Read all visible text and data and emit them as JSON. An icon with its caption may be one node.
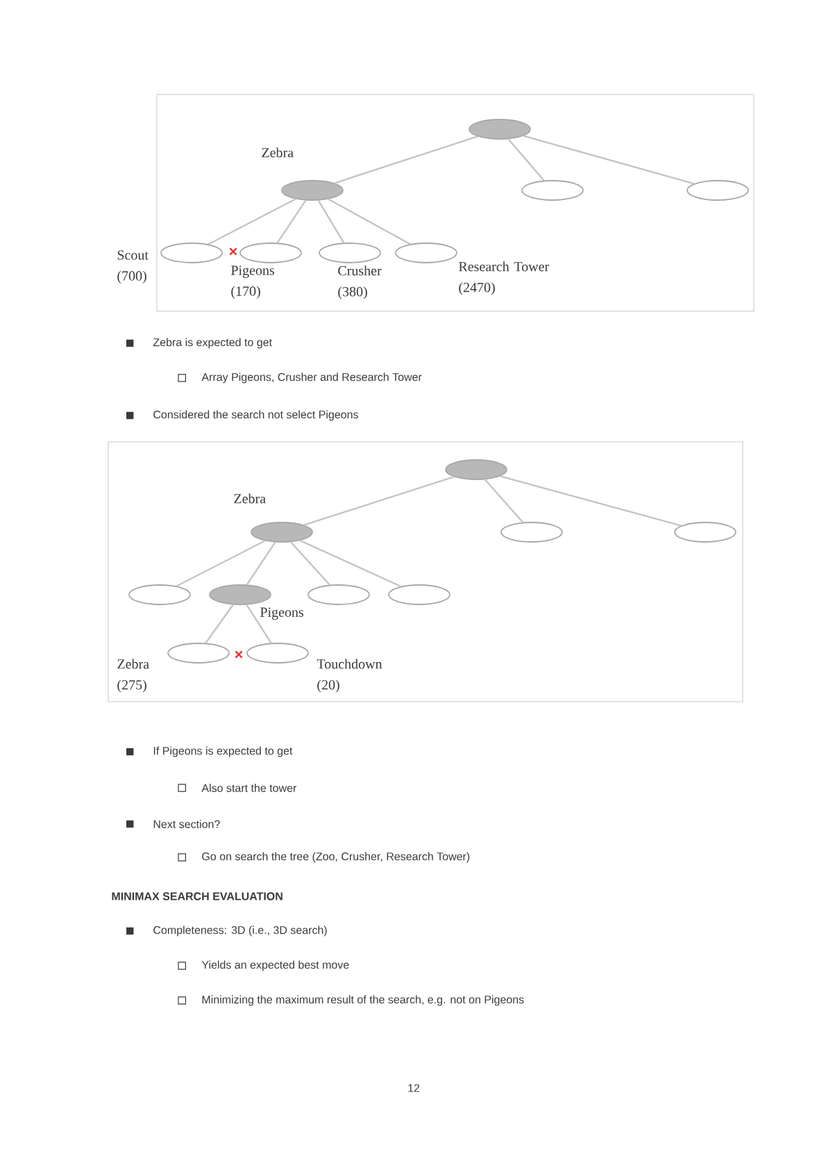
{
  "diagram": {
    "nodes": [
      {
        "text": [],
        "shape": "ellipse"
      },
      {
        "text": [],
        "shape": "ellipse",
        "beside": [
          "Zebra"
        ]
      },
      {
        "text": [],
        "shape": "ellipse"
      },
      {
        "text": [],
        "shape": "ellipse"
      },
      {
        "text": [],
        "shape": "ellipse",
        "beside": [
          "Scout (700)"
        ]
      },
      {
        "text": [],
        "shape": "ellipse",
        "beside": [
          "Pigeons (170)"
        ]
      },
      {
        "text": [],
        "shape": "ellipse",
        "beside": [
          "Crusher (380)"
        ]
      },
      {
        "text": [],
        "shape": "ellipse",
        "beside": [
          "Research Tower (2470)"
        ]
      },
      {
        "text": [],
        "shape": "ellipse"
      },
      {
        "text": [],
        "shape": "ellipse",
        "beside": [
          "Zebra"
        ]
      },
      {
        "text": [],
        "shape": "ellipse"
      },
      {
        "text": [],
        "shape": "ellipse"
      },
      {
        "text": [],
        "shape": "ellipse"
      },
      {
        "text": [],
        "shape": "ellipse",
        "beside": [
          "Pigeons"
        ]
      },
      {
        "text": [],
        "shape": "ellipse"
      },
      {
        "text": [],
        "shape": "ellipse"
      },
      {
        "text": [],
        "shape": "ellipse",
        "beside": [
          "Zebra (275)"
        ]
      },
      {
        "text": [],
        "shape": "ellipse",
        "beside": [
          "Touchdown (20)"
        ]
      }
    ],
    "edges": [
      {
        "from": 0,
        "to": 1,
        "arrow": "none"
      },
      {
        "from": 0,
        "to": 2,
        "arrow": "none"
      },
      {
        "from": 0,
        "to": 3,
        "arrow": "none"
      },
      {
        "from": 1,
        "to": 4,
        "arrow": "none"
      },
      {
        "from": 1,
        "to": 5,
        "arrow": "none"
      },
      {
        "from": 1,
        "to": 6,
        "arrow": "none"
      },
      {
        "from": 1,
        "to": 7,
        "arrow": "none"
      },
      {
        "from": 8,
        "to": 9,
        "arrow": "none"
      },
      {
        "from": 8,
        "to": 10,
        "arrow": "none"
      },
      {
        "from": 8,
        "to": 11,
        "arrow": "none"
      },
      {
        "from": 9,
        "to": 12,
        "arrow": "none"
      },
      {
        "from": 9,
        "to": 13,
        "arrow": "none"
      },
      {
        "from": 9,
        "to": 14,
        "arrow": "none"
      },
      {
        "from": 9,
        "to": 15,
        "arrow": "none"
      },
      {
        "from": 13,
        "to": 16,
        "arrow": "none"
      },
      {
        "from": 13,
        "to": 17,
        "arrow": "none"
      }
    ],
    "labels": [
      "Zebra is expected to get",
      "Array Pigeons, Crusher and Research Tower",
      "Considered the search not select Pigeons",
      "If Pigeons is expected to get",
      "Also start the tower",
      "Next section?",
      "Go on search the tree (Zoo, Crusher, Research Tower)",
      "MINIMAX SEARCH EVALUATION",
      "Completeness: 3D (i.e., 3D search)",
      "Yields an expected best move",
      "Minimizing the maximum result of the search, e.g. not on Pigeons",
      "12"
    ]
  }
}
